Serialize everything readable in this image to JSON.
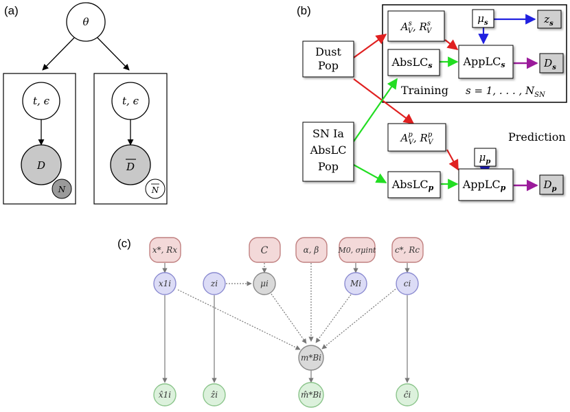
{
  "panels": {
    "a": {
      "label": "(a)",
      "theta": "θ",
      "left_plate": {
        "latent": "t, ϵ",
        "observed": "D",
        "count": "N"
      },
      "right_plate": {
        "latent": "t, ϵ",
        "observed": "D",
        "count": "N"
      }
    },
    "b": {
      "label": "(b)",
      "dust_pop": [
        "Dust",
        "Pop"
      ],
      "sn_pop": [
        "SN Ia",
        "AbsLC",
        "Pop"
      ],
      "training": {
        "av_rv": "A",
        "mu": "μ",
        "z": "z",
        "abslc": "AbsLC",
        "applc": "AppLC",
        "data": "D",
        "sub": "s",
        "label": "Training",
        "range": "s = 1, . . . , N"
      },
      "prediction": {
        "label": "Prediction",
        "av_rv": "A",
        "mu": "μ",
        "abslc": "AbsLC",
        "applc": "AppLC",
        "data": "D",
        "sub": "p"
      }
    },
    "c": {
      "label": "(c)",
      "priors": [
        "x*, Rx",
        "C",
        "α, β",
        "M0, σμint",
        "c*, Rc"
      ],
      "latent": [
        "x1i",
        "zi",
        "μi",
        "Mi",
        "ci"
      ],
      "central": "m*Bi",
      "observed": [
        "x̂1i",
        "ẑi",
        "m̂*Bi",
        "ĉi"
      ]
    }
  }
}
